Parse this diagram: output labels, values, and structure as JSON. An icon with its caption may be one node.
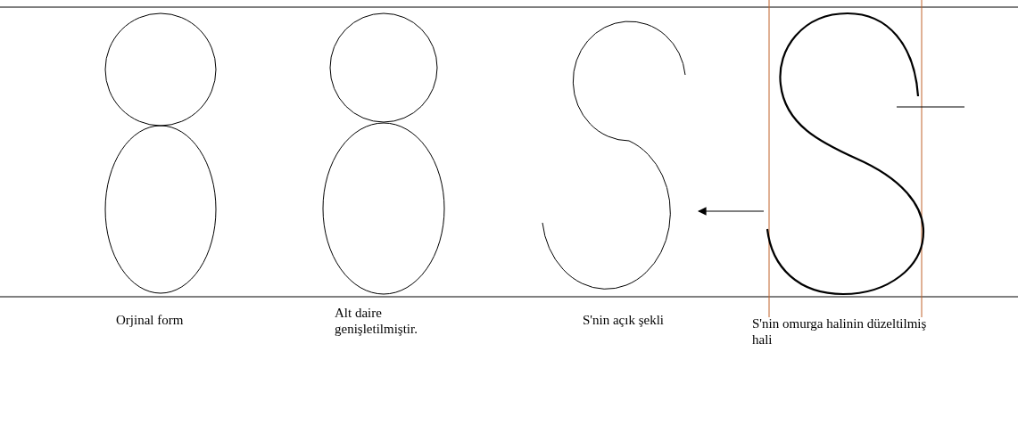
{
  "diagram": {
    "nodes": [
      {
        "text": [
          "Orjinal form"
        ]
      },
      {
        "text": [
          "Alt daire genişletilmiştir."
        ]
      },
      {
        "text": [
          "S'nin açık şekli"
        ]
      },
      {
        "text": [
          "S'nin omurga halinin düzeltilmiş hali"
        ]
      }
    ],
    "edges": [
      {
        "from": 3,
        "to": 2,
        "arrow": "to"
      }
    ]
  }
}
